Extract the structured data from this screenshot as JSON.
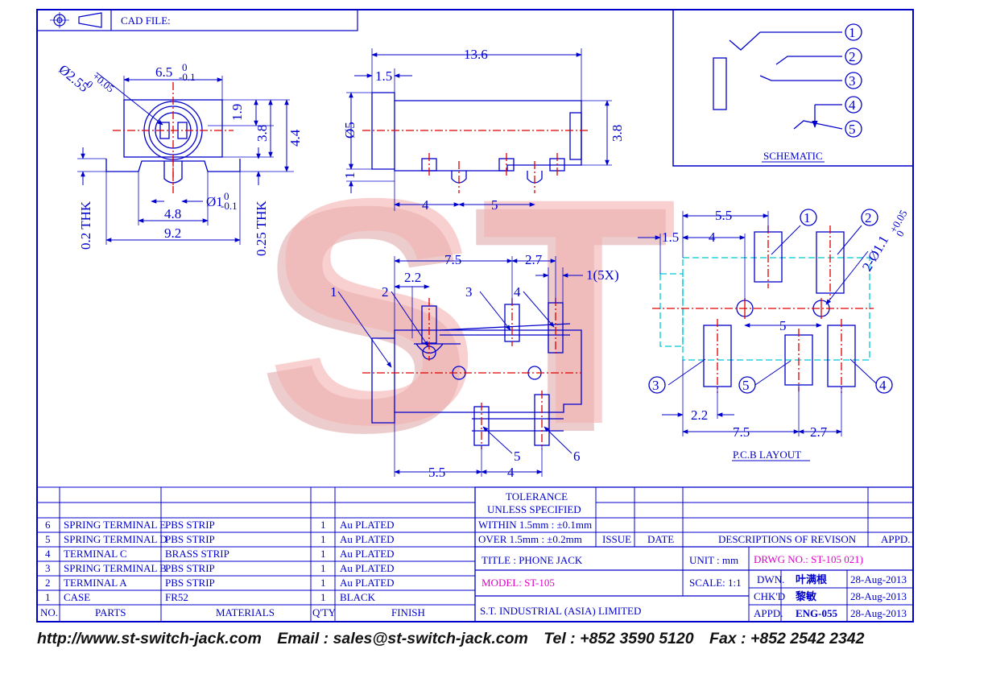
{
  "header": {
    "cad_file_label": "CAD FILE:"
  },
  "watermark": {
    "text": "ST"
  },
  "front_view": {
    "dim_diameter": "Ø2.55",
    "dim_diameter_tol": "+0.05",
    "dim_diameter_tol2": "0",
    "dim_width": "6.5",
    "dim_width_tol1": "0",
    "dim_width_tol2": "-0.1",
    "dim_1_9": "1.9",
    "dim_3_8": "3.8",
    "dim_4_4": "4.4",
    "dim_0_2_thk": "0.2 THK",
    "dim_0_25_thk": "0.25 THK",
    "dim_pin": "Ø1",
    "dim_pin_tol1": "0",
    "dim_pin_tol2": "-0.1",
    "dim_4_8": "4.8",
    "dim_9_2": "9.2"
  },
  "side_view": {
    "dim_13_6": "13.6",
    "dim_1_5": "1.5",
    "dim_d5": "Ø5",
    "dim_1": "1",
    "dim_3_8": "3.8",
    "dim_4": "4",
    "dim_5": "5"
  },
  "top_view": {
    "dim_7_5": "7.5",
    "dim_2_7": "2.7",
    "dim_1_5x": "1(5X)",
    "dim_2_2": "2.2",
    "dim_5_5": "5.5",
    "dim_4": "4",
    "callouts": [
      "1",
      "2",
      "3",
      "4",
      "5",
      "6"
    ]
  },
  "schematic": {
    "title": "SCHEMATIC",
    "pins": [
      "1",
      "2",
      "3",
      "4",
      "5"
    ]
  },
  "pcb_layout": {
    "title": "P.C.B LAYOUT",
    "dim_5_5": "5.5",
    "dim_1_5": "1.5",
    "dim_4": "4",
    "dim_hole": "2-Ø1.1",
    "dim_hole_tol1": "+0.05",
    "dim_hole_tol2": "0",
    "dim_5": "5",
    "dim_2_2": "2.2",
    "dim_7_5": "7.5",
    "dim_2_7": "2.7",
    "pins": [
      "1",
      "2",
      "3",
      "4",
      "5"
    ]
  },
  "parts_list": {
    "headers": {
      "no": "NO.",
      "parts": "PARTS",
      "materials": "MATERIALS",
      "qty": "Q'TY",
      "finish": "FINISH"
    },
    "rows": [
      {
        "no": "6",
        "part": "SPRING TERMINAL E",
        "material": "PBS STRIP",
        "qty": "1",
        "finish": "Au PLATED"
      },
      {
        "no": "5",
        "part": "SPRING TERMINAL D",
        "material": "PBS STRIP",
        "qty": "1",
        "finish": "Au PLATED"
      },
      {
        "no": "4",
        "part": "TERMINAL C",
        "material": "BRASS STRIP",
        "qty": "1",
        "finish": "Au PLATED"
      },
      {
        "no": "3",
        "part": "SPRING TERMINAL B",
        "material": "PBS STRIP",
        "qty": "1",
        "finish": "Au PLATED"
      },
      {
        "no": "2",
        "part": "TERMINAL A",
        "material": "PBS STRIP",
        "qty": "1",
        "finish": "Au PLATED"
      },
      {
        "no": "1",
        "part": "CASE",
        "material": "FR52",
        "qty": "1",
        "finish": "BLACK"
      }
    ]
  },
  "title_block": {
    "tolerance_line1": "TOLERANCE",
    "tolerance_line2": "UNLESS SPECIFIED",
    "within": "WITHIN  1.5mm : ±0.1mm",
    "over": "OVER    1.5mm : ±0.2mm",
    "issue": "ISSUE",
    "date": "DATE",
    "descriptions": "DESCRIPTIONS OF REVISON",
    "appd": "APPD.",
    "title": "TITLE : PHONE JACK",
    "unit": "UNIT :   mm",
    "drwg_no": "DRWG NO.: ST-105 021)",
    "model": "MODEL: ST-105",
    "scale": "SCALE:  1:1",
    "dwn_label": "DWN.",
    "dwn_name": "叶满根",
    "dwn_date": "28-Aug-2013",
    "chkd_label": "CHK'D",
    "chkd_name": "黎敏",
    "chkd_date": "28-Aug-2013",
    "company": "S.T. INDUSTRIAL (ASIA) LIMITED",
    "appd_label": "APPD.",
    "appd_name": "ENG-055",
    "appd_date": "28-Aug-2013"
  },
  "footer": {
    "url": "http://www.st-switch-jack.com",
    "email": "Email : sales@st-switch-jack.com",
    "tel": "Tel : +852 3590 5120",
    "fax": "Fax : +852 2542 2342"
  },
  "colors": {
    "line": "#0000cc",
    "center": "#dd0000",
    "pcb_outline": "#00c8d8",
    "watermark": "#f2b0b0",
    "magenta": "#e000c8"
  }
}
